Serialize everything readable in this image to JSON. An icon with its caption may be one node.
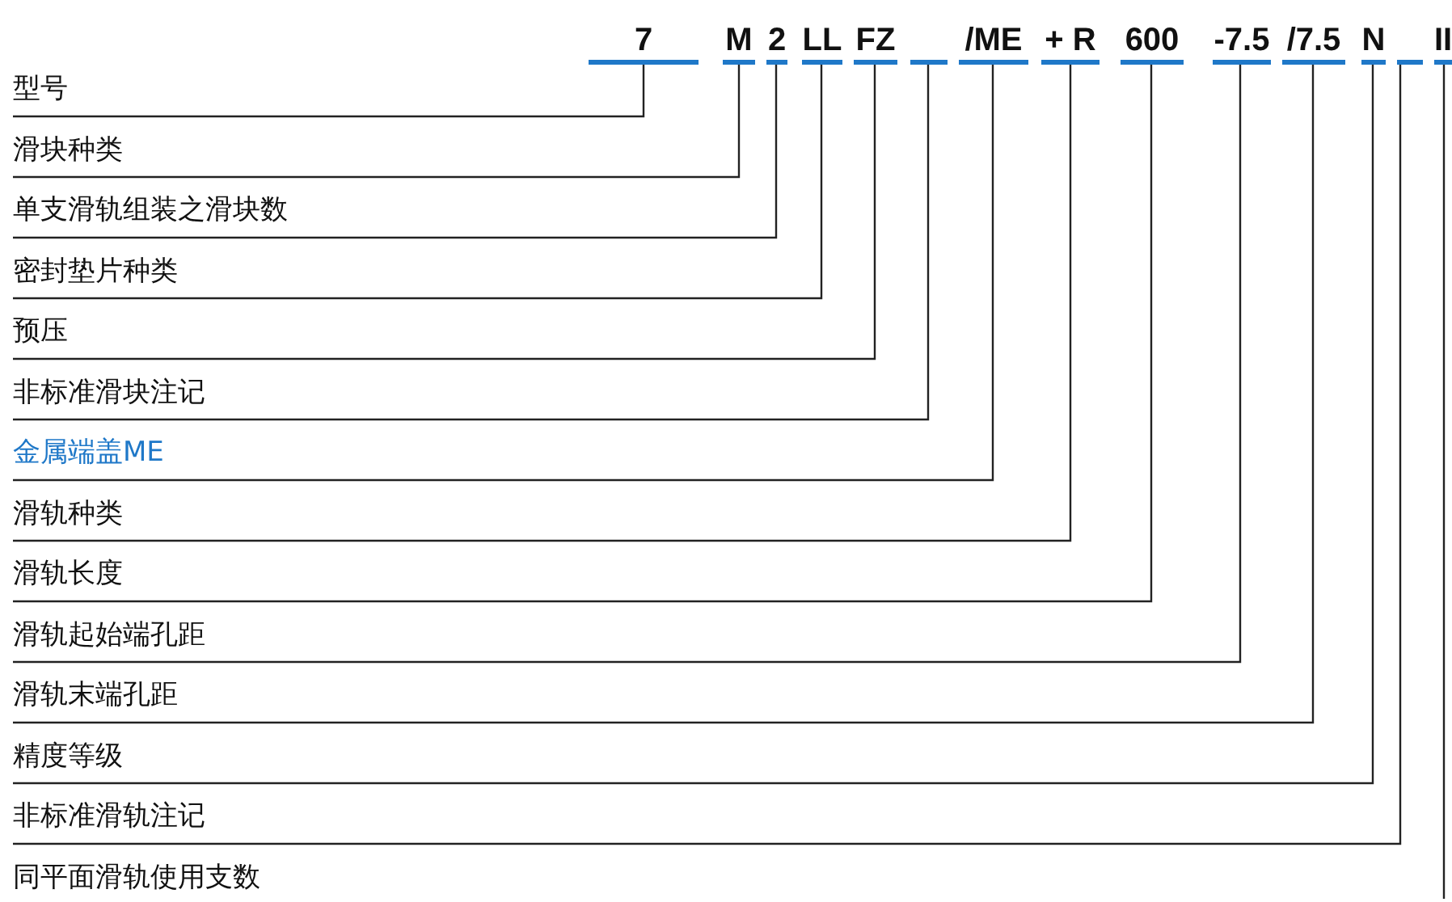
{
  "diagram": {
    "nodes": [
      {
        "text": [
          "7"
        ]
      },
      {
        "text": [
          "M"
        ]
      },
      {
        "text": [
          "2"
        ]
      },
      {
        "text": [
          "LL"
        ]
      },
      {
        "text": [
          "FZ"
        ]
      },
      {
        "text": [],
        "shape": "bar"
      },
      {
        "text": [
          "/ME"
        ]
      },
      {
        "text": [
          "+ R"
        ]
      },
      {
        "text": [
          "600"
        ]
      },
      {
        "text": [
          "-7.5"
        ]
      },
      {
        "text": [
          "/7.5"
        ]
      },
      {
        "text": [
          "N"
        ]
      },
      {
        "text": [],
        "shape": "bar"
      },
      {
        "text": [
          "II"
        ]
      },
      {
        "text": [
          "型号"
        ]
      },
      {
        "text": [
          "滑块种类"
        ]
      },
      {
        "text": [
          "单支滑轨组装之滑块数"
        ]
      },
      {
        "text": [
          "密封垫片种类"
        ]
      },
      {
        "text": [
          "预压"
        ]
      },
      {
        "text": [
          "非标准滑块注记"
        ]
      },
      {
        "text": [
          "金属端盖ME"
        ]
      },
      {
        "text": [
          "滑轨种类"
        ]
      },
      {
        "text": [
          "滑轨长度"
        ]
      },
      {
        "text": [
          "滑轨起始端孔距"
        ]
      },
      {
        "text": [
          "滑轨末端孔距"
        ]
      },
      {
        "text": [
          "精度等级"
        ]
      },
      {
        "text": [
          "非标准滑轨注记"
        ]
      },
      {
        "text": [
          "同平面滑轨使用支数"
        ]
      }
    ],
    "edges": [
      {
        "from": 14,
        "to": 0,
        "arrow": "none"
      },
      {
        "from": 15,
        "to": 1,
        "arrow": "none"
      },
      {
        "from": 16,
        "to": 2,
        "arrow": "none"
      },
      {
        "from": 17,
        "to": 3,
        "arrow": "none"
      },
      {
        "from": 18,
        "to": 4,
        "arrow": "none"
      },
      {
        "from": 19,
        "to": 5,
        "arrow": "none"
      },
      {
        "from": 20,
        "to": 6,
        "arrow": "none"
      },
      {
        "from": 21,
        "to": 7,
        "arrow": "none"
      },
      {
        "from": 22,
        "to": 8,
        "arrow": "none"
      },
      {
        "from": 23,
        "to": 9,
        "arrow": "none"
      },
      {
        "from": 24,
        "to": 10,
        "arrow": "none"
      },
      {
        "from": 25,
        "to": 11,
        "arrow": "none"
      },
      {
        "from": 26,
        "to": 12,
        "arrow": "none"
      },
      {
        "from": null,
        "to": 13,
        "arrow": "none"
      }
    ]
  }
}
